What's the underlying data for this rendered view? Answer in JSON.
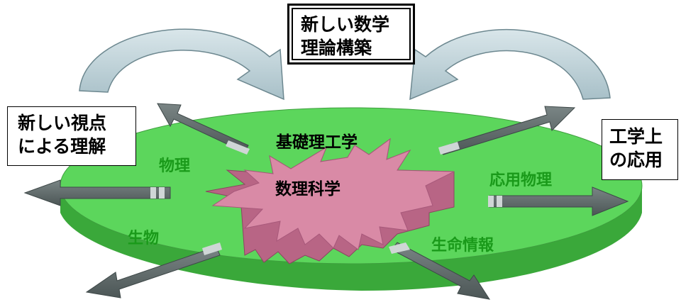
{
  "boxes": {
    "new_math": {
      "line1": "新しい数学",
      "line2": "理論構築"
    },
    "new_viewpoint": {
      "line1": "新しい視点",
      "line2": "による理解"
    },
    "engineering_application": {
      "line1": "工学上",
      "line2": "の応用"
    }
  },
  "center": {
    "label": "数理科学"
  },
  "top_field": {
    "label": "基礎理工学"
  },
  "fields": {
    "physics": "物理",
    "applied_physics": "応用物理",
    "biology": "生物",
    "bioinformatics": "生命情報"
  },
  "colors": {
    "disc_top": "#5cd65c",
    "disc_side": "#3aa83a",
    "star": "#d98aa6",
    "star_side": "#b86585",
    "arrow": "#5f6a6a",
    "curved_arrow": "#b8ccd2",
    "field_text": "#1a9a1a"
  }
}
